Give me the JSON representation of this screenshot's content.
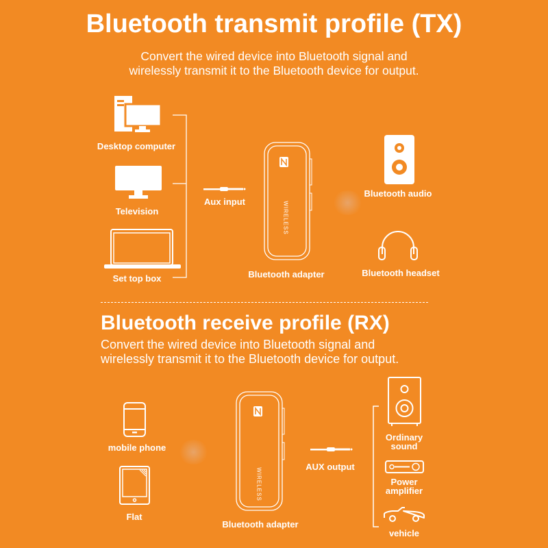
{
  "tx": {
    "title": "Bluetooth transmit profile (TX)",
    "subtitle_line1": "Convert the wired device into Bluetooth signal and",
    "subtitle_line2": "wirelessly transmit it to the Bluetooth device for output.",
    "sources": [
      "Desktop computer",
      "Television",
      "Set top box"
    ],
    "cable_label": "Aux input",
    "adapter_label": "Bluetooth adapter",
    "adapter_text": "WIRELESS",
    "outputs": [
      "Bluetooth audio",
      "Bluetooth headset"
    ]
  },
  "rx": {
    "title": "Bluetooth receive profile (RX)",
    "subtitle_line1": "Convert the wired device into Bluetooth signal and",
    "subtitle_line2": "wirelessly transmit it to the Bluetooth device for output.",
    "sources": [
      "mobile phone",
      "Flat"
    ],
    "adapter_label": "Bluetooth adapter",
    "adapter_text": "WIRELESS",
    "cable_label": "AUX output",
    "outputs": [
      "Ordinary sound",
      "Power amplifier",
      "vehicle"
    ]
  },
  "colors": {
    "background": "#F28A23",
    "foreground": "#FFFFFF"
  }
}
